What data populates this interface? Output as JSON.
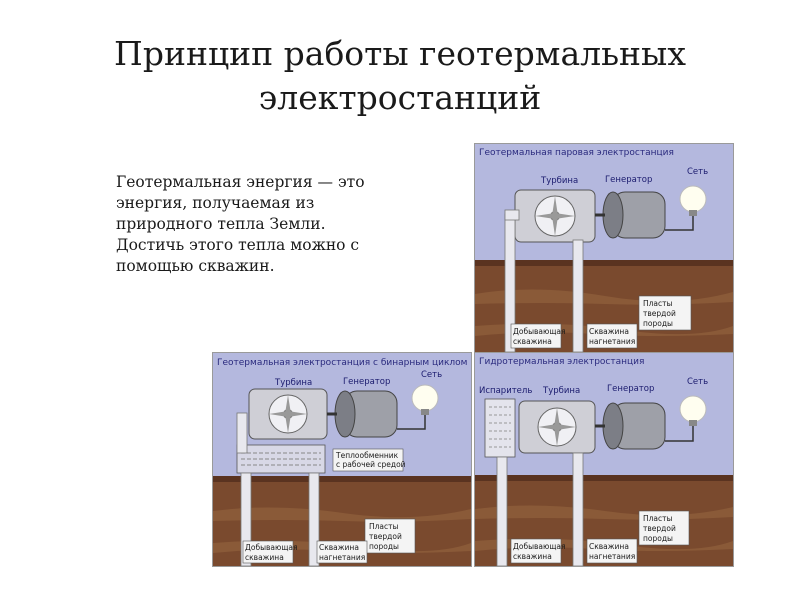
{
  "slide": {
    "title_line1": "Принцип работы геотермальных",
    "title_line2": "электростанций",
    "text_lines": [
      "Геотермальная энергия — это",
      "энергия, получаемая из",
      "природного тепла Земли.",
      "Достичь этого тепла можно с",
      "помощью скважин."
    ]
  },
  "diagrams": {
    "steam": {
      "title": "Геотермальная паровая электростанция",
      "turbine": "Турбина",
      "generator": "Генератор",
      "grid": "Сеть",
      "rock_line1": "Пласты",
      "rock_line2": "твердой",
      "rock_line3": "породы",
      "prod_line1": "Добывающая",
      "prod_line2": "скважина",
      "inj_line1": "Скважина",
      "inj_line2": "нагнетания"
    },
    "binary": {
      "title": "Геотермальная электростанция с бинарным циклом",
      "turbine": "Турбина",
      "generator": "Генератор",
      "grid": "Сеть",
      "exchanger_line1": "Теплообменник",
      "exchanger_line2": "с рабочей средой",
      "rock_line1": "Пласты",
      "rock_line2": "твердой",
      "rock_line3": "породы",
      "prod_line1": "Добывающая",
      "prod_line2": "скважина",
      "inj_line1": "Скважина",
      "inj_line2": "нагнетания"
    },
    "hydro": {
      "title": "Гидротермальная электростанция",
      "evaporator": "Испаритель",
      "turbine": "Турбина",
      "generator": "Генератор",
      "grid": "Сеть",
      "rock_line1": "Пласты",
      "rock_line2": "твердой",
      "rock_line3": "породы",
      "prod_line1": "Добывающая",
      "prod_line2": "скважина",
      "inj_line1": "Скважина",
      "inj_line2": "нагнетания"
    }
  },
  "colors": {
    "sky": "#b4b8de",
    "ground": "#7a4a2e",
    "ground_dark": "#5a3320",
    "rock_band": "#8a5a38",
    "pipe": "#e8e8ee",
    "turbine_body": "#cfcfd6",
    "generator": "#9ea0a8"
  }
}
